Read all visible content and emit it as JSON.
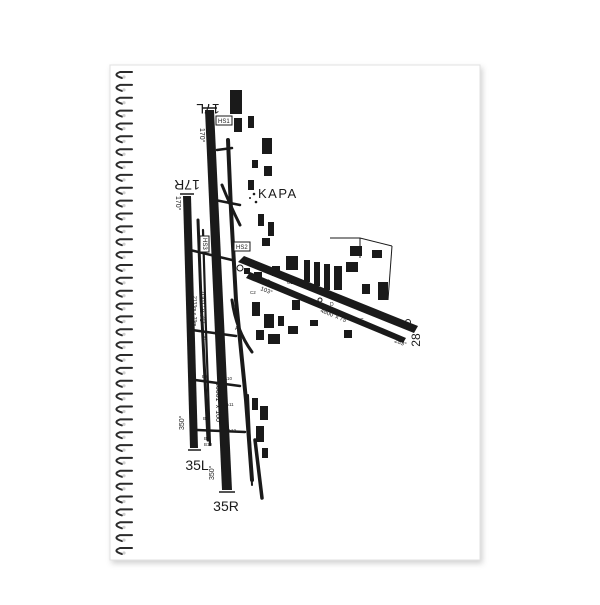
{
  "diagram": {
    "airport_code": "KAPA",
    "runway_labels": {
      "r17l": "17L",
      "r17r": "17R",
      "r35l": "35L",
      "r35r": "35R",
      "r28": "28"
    },
    "headings": {
      "h170_left": "170°",
      "h170_upper": "170°",
      "h350_left": "350°",
      "h350_right": "350°",
      "h103": "103°",
      "h283": "283°"
    },
    "dimensions": {
      "d_7001": "7001' x 75'",
      "d_7001_metric": "2133m x 23m",
      "d_10001": "10001' x 100'",
      "d_4800": "4800' x 75'"
    },
    "hotspots": {
      "hs1": "HS1",
      "hs2": "HS2",
      "hs3": "HS3"
    },
    "taxiway_labels": {
      "a10": "A10",
      "a11": "A11",
      "a12": "A12",
      "b7": "B7",
      "b8": "B8",
      "b9": "B9",
      "b10": "B10",
      "c": "C",
      "c1": "C1",
      "c2": "C2",
      "d": "D",
      "a": "A",
      "b": "B"
    }
  },
  "colors": {
    "ink": "#1a1a1a",
    "paper": "#ffffff",
    "coil": "#2b2b2b"
  }
}
